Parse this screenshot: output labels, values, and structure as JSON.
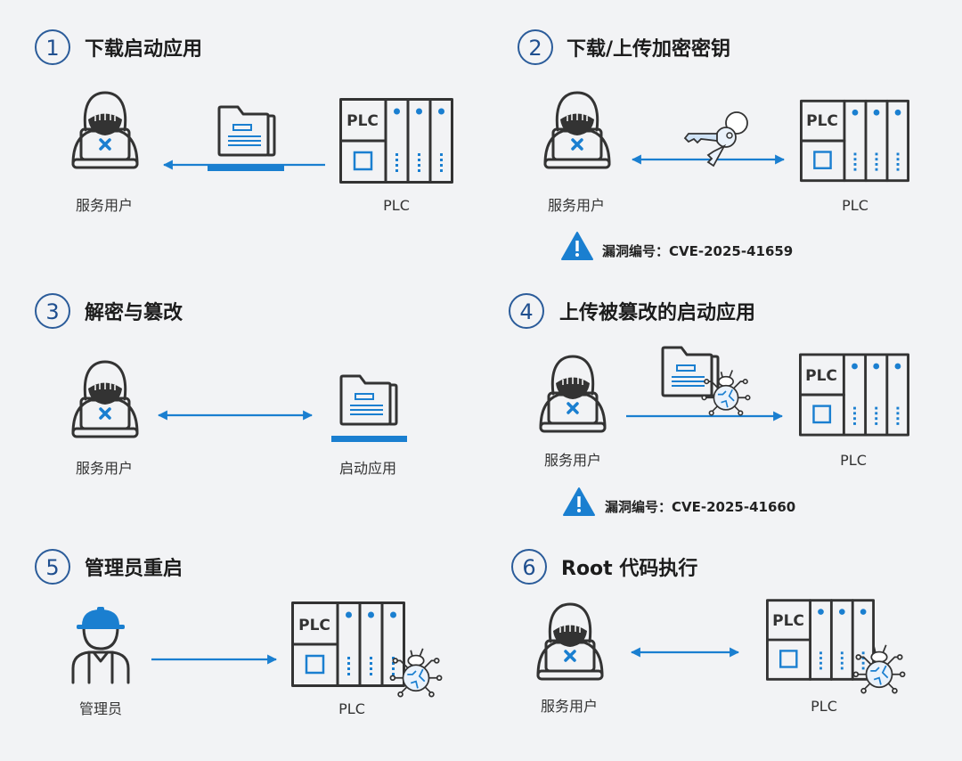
{
  "colors": {
    "accent": "#1a7fd0",
    "outline": "#333333",
    "step_circle": "#2b5c9a",
    "background": "#f2f3f5"
  },
  "icons": [
    "hacker-icon",
    "plc-icon",
    "folder-icon",
    "bug-icon",
    "key-icon",
    "worker-icon",
    "warning-icon"
  ],
  "steps": [
    {
      "number": "1",
      "title": "下载启动应用",
      "left_label": "服务用户",
      "right_label": "PLC",
      "plc_text": "PLC"
    },
    {
      "number": "2",
      "title": "下载/上传加密密钥",
      "left_label": "服务用户",
      "right_label": "PLC",
      "plc_text": "PLC",
      "cve": "漏洞编号：CVE-2025-41659"
    },
    {
      "number": "3",
      "title": "解密与篡改",
      "left_label": "服务用户",
      "right_label": "启动应用"
    },
    {
      "number": "4",
      "title": "上传被篡改的启动应用",
      "left_label": "服务用户",
      "right_label": "PLC",
      "plc_text": "PLC",
      "cve": "漏洞编号：CVE-2025-41660"
    },
    {
      "number": "5",
      "title": "管理员重启",
      "left_label": "管理员",
      "right_label": "PLC",
      "plc_text": "PLC"
    },
    {
      "number": "6",
      "title": "Root 代码执行",
      "left_label": "服务用户",
      "right_label": "PLC",
      "plc_text": "PLC"
    }
  ]
}
